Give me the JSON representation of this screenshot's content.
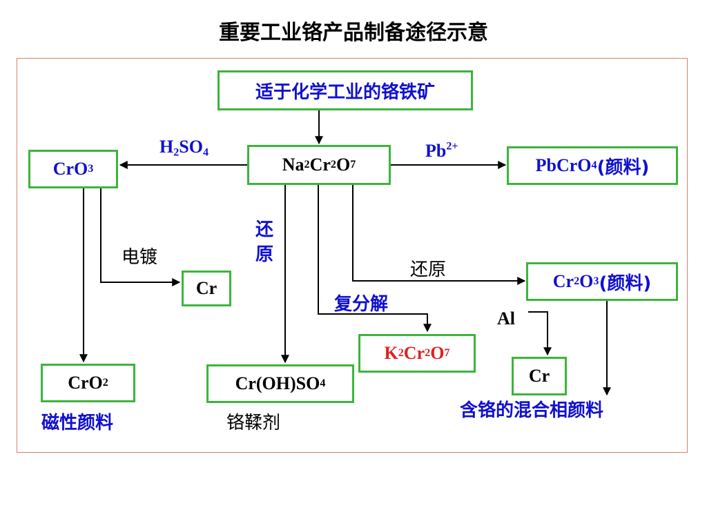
{
  "title": "重要工业铬产品制备途径示意",
  "nodes": {
    "ore": "适于化学工业的铬铁矿",
    "dichromate": {
      "a": "Na",
      "b": "2",
      "c": "Cr",
      "d": "2",
      "e": "O",
      "f": "7"
    },
    "cro3": {
      "a": "CrO",
      "b": "3"
    },
    "pbcro4": {
      "a": "PbCrO",
      "b": "4",
      "c": "(颜料)"
    },
    "cr_plating": "Cr",
    "cr2o3": {
      "a": "Cr",
      "b": "2",
      "c": "O",
      "d": "3",
      "e": "(颜料)"
    },
    "k2cr2o7": {
      "a": "K",
      "b": "2",
      "c": "Cr",
      "d": "2",
      "e": "O",
      "f": "7"
    },
    "cr_al": "Cr",
    "cro2": {
      "a": "CrO",
      "b": "2"
    },
    "croh_so4": {
      "a": "Cr(OH)SO",
      "b": "4"
    }
  },
  "labels": {
    "h2so4": {
      "a": "H",
      "b": "2",
      "c": "SO",
      "d": "4"
    },
    "pb2": {
      "a": "Pb",
      "b": "2+"
    },
    "reduce_vertical_top": "还",
    "reduce_vertical_bottom": "原",
    "electroplating": "电镀",
    "reduce": "还原",
    "double_decomposition": "复分解",
    "al": "Al",
    "mixed_pigment": "含铬的混合相颜料",
    "magnetic_pigment": "磁性颜料",
    "tanning_agent": "铬鞣剂"
  },
  "colors": {
    "box_border": "#3cb43c",
    "frame_border": "#d6806a",
    "blue_text": "#1010d0",
    "red_text": "#e02020"
  }
}
